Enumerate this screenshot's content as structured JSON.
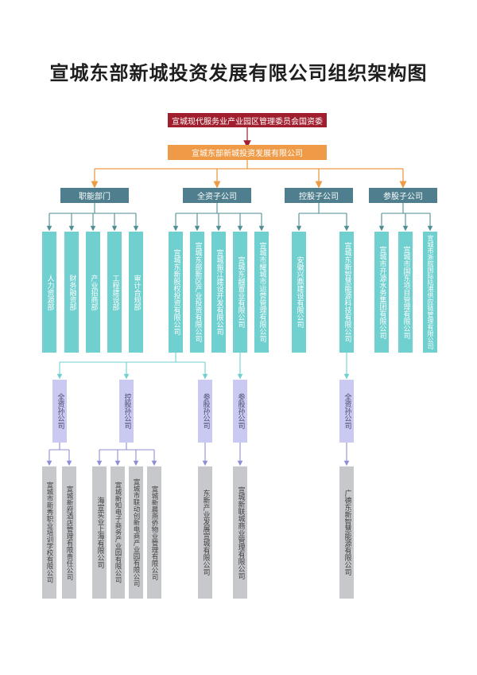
{
  "title": "宣城东部新城投资发展有限公司组织架构图",
  "colors": {
    "top": "#a01e2e",
    "main": "#ef9a46",
    "category": "#4f7f8e",
    "dept": "#6fd0cf",
    "sub": "#c9c9f2",
    "grand": "#c6c8cc",
    "line_orange": "#ef9a46",
    "line_teal": "#4f8e95",
    "line_sub": "#8f8fd6"
  },
  "top": "宣城现代服务业产业园区管理委员会国资委",
  "main": "宣城东部新城投资发展有限公司",
  "categories": [
    "职能部门",
    "全资子公司",
    "控股子公司",
    "参股子公司"
  ],
  "departments": [
    "人力资源部",
    "财务融资部",
    "产业招商部",
    "工程建设部",
    "审计合规部"
  ],
  "wholly_owned": [
    "宣城东新股权投资有限公司",
    "宣城东部新区产业投资有限公司",
    "宣城振江建设开发有限公司",
    "宣城东越置业有限公司",
    "宣城市耀城市运营管理有限公司"
  ],
  "holding": [
    "安徽兴鼎建设有限公司",
    "宣城东新智慧能源科技有限公司"
  ],
  "participating": [
    "宣城市开源水务集团有限公司",
    "宣城市国东项目管理有限公司",
    "宣城市浙皖国际陆港供应链管理有限公司"
  ],
  "level3": [
    "全资孙公司",
    "控股孙公司",
    "参股孙公司",
    "参股孙公司",
    "全资孙公司"
  ],
  "level4": [
    "宣城市新秀职业培训学校有限公司",
    "宣城新府酒店管理有限责任公司",
    "海宣实业上海有限公司",
    "宣城新知电子商务产业园有限公司",
    "宣城市联动创新电商产业园有限公司",
    "宣城新晨燕侨物业管理有限公司",
    "东新产业发展宣城有限公司",
    "宣城新联城商业管理有限公司",
    "广德东新智慧能源有限公司"
  ]
}
